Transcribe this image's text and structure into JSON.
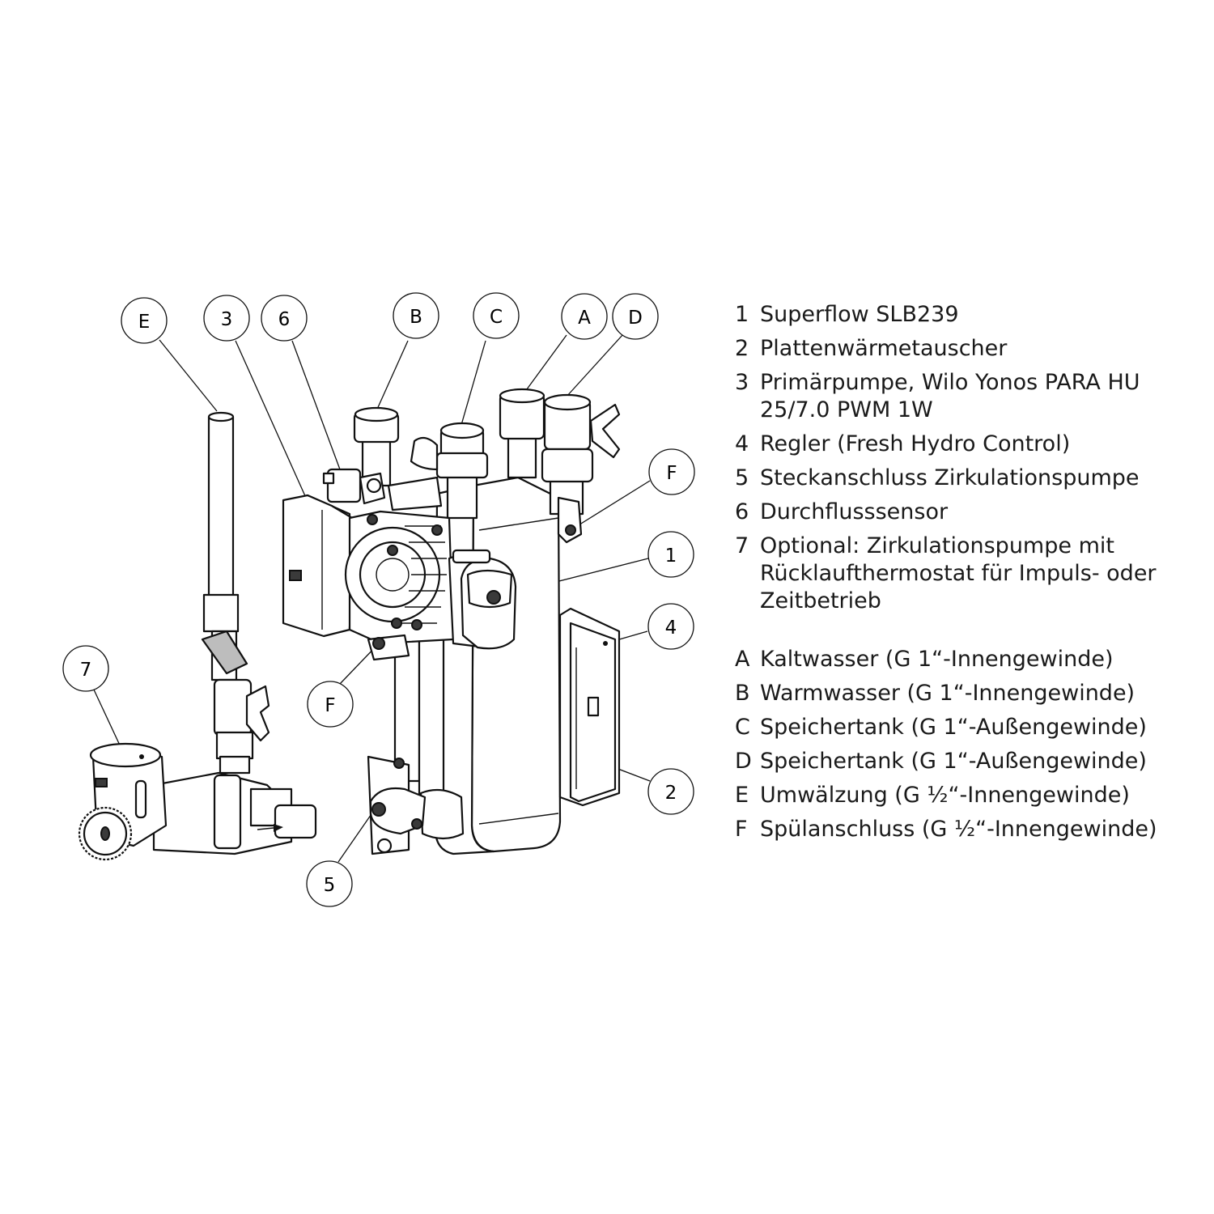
{
  "callouts": {
    "E": "E",
    "3": "3",
    "6": "6",
    "B": "B",
    "C": "C",
    "A": "A",
    "D": "D",
    "F_top": "F",
    "one": "1",
    "four": "4",
    "seven": "7",
    "F_bottom": "F",
    "two": "2",
    "five": "5"
  },
  "legend_numbers": [
    {
      "key": "1",
      "text": "Superflow SLB239"
    },
    {
      "key": "2",
      "text": "Plattenwärmetauscher"
    },
    {
      "key": "3",
      "text": "Primärpumpe, Wilo Yonos PARA HU 25/7.0 PWM 1W"
    },
    {
      "key": "4",
      "text": "Regler (Fresh Hydro Control)"
    },
    {
      "key": "5",
      "text": "Steckanschluss Zirkulationspumpe"
    },
    {
      "key": "6",
      "text": "Durchflusssensor"
    },
    {
      "key": "7",
      "text": "Optional: Zirkulationspumpe mit Rücklaufthermostat für Impuls- oder Zeitbetrieb"
    }
  ],
  "legend_letters": [
    {
      "key": "A",
      "text": "Kaltwasser (G 1“-Innengewinde)"
    },
    {
      "key": "B",
      "text": "Warmwasser (G 1“-Innengewinde)"
    },
    {
      "key": "C",
      "text": "Speichertank (G 1“-Außengewinde)"
    },
    {
      "key": "D",
      "text": "Speichertank (G 1“-Außengewinde)"
    },
    {
      "key": "E",
      "text": "Umwälzung (G ½“-Innengewinde)"
    },
    {
      "key": "F",
      "text": "Spülanschluss (G ½“-Innengewinde)"
    }
  ]
}
